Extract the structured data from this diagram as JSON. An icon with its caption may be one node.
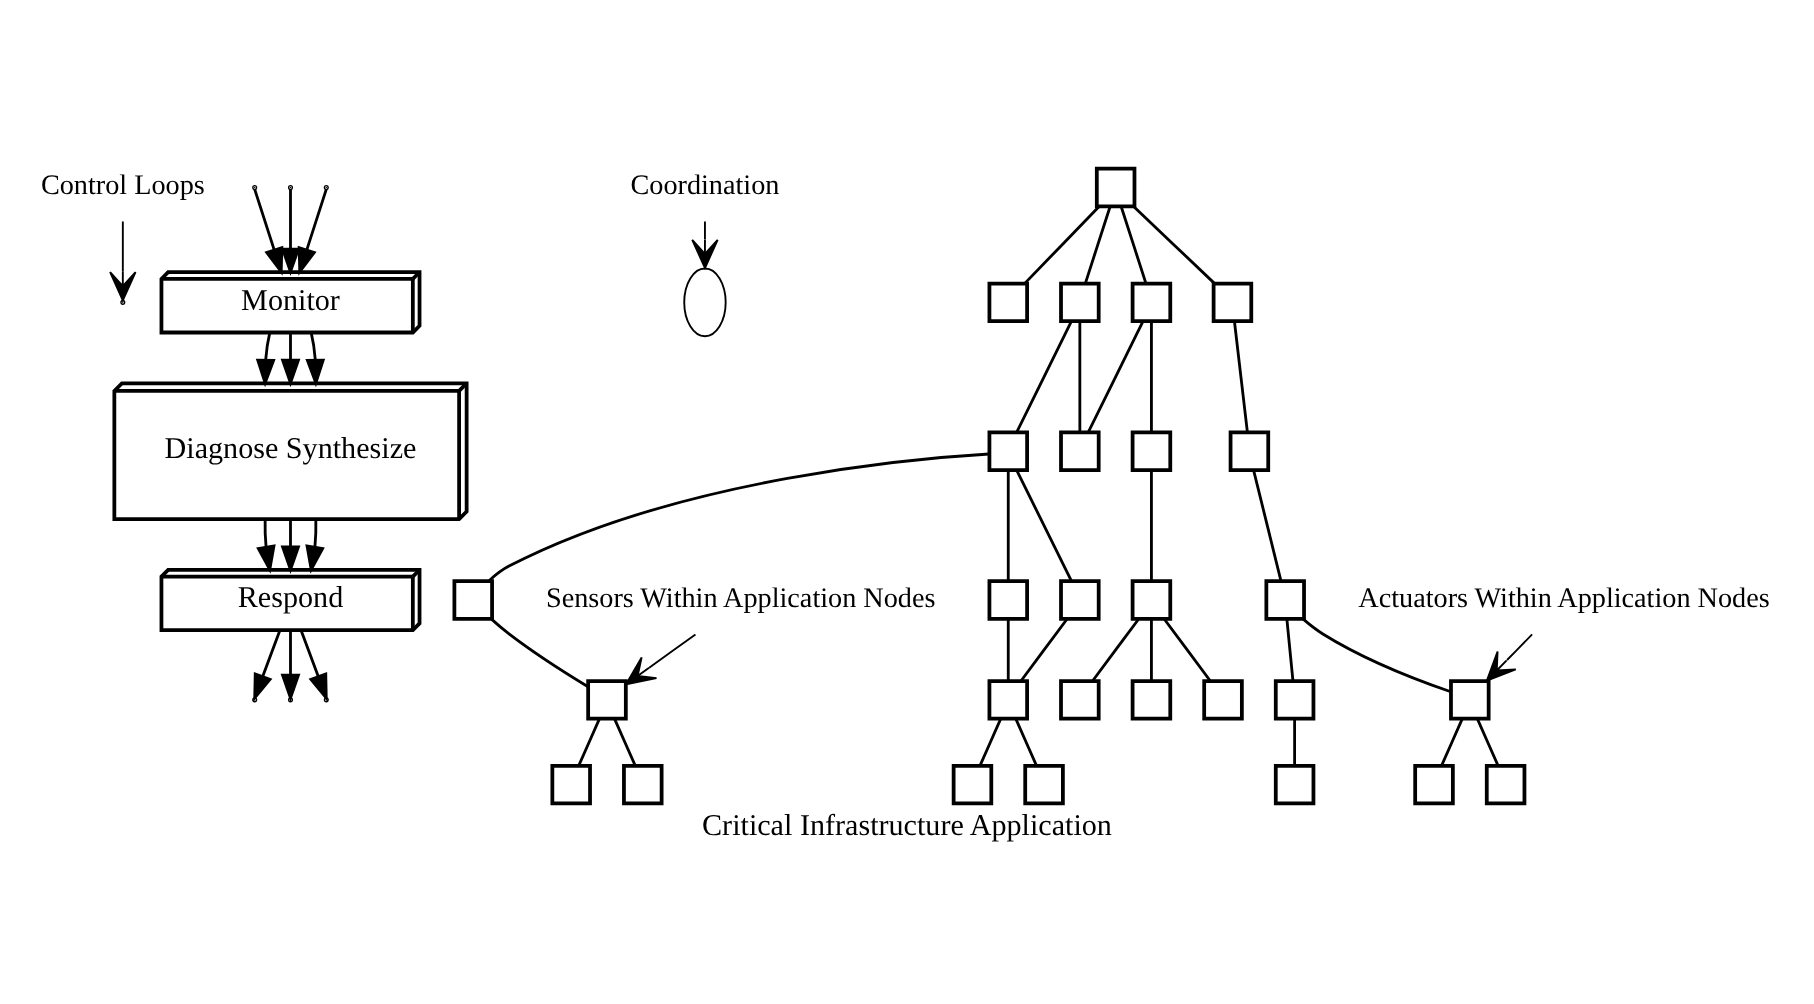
{
  "diagram": {
    "caption": "Critical Infrastructure Application",
    "nodes": [
      {
        "text": [
          "Control Loops"
        ]
      },
      {
        "text": [
          "Diagnose Synthesize"
        ]
      },
      {
        "text": [
          "Coordination"
        ]
      },
      {
        "text": [],
        "shape": "ellipse"
      },
      {
        "text": [
          "Monitor"
        ]
      },
      {
        "text": [
          "Respond"
        ]
      },
      {
        "text": [],
        "shape": "box"
      },
      {
        "text": [],
        "shape": "box"
      },
      {
        "text": [],
        "shape": "box"
      },
      {
        "text": [],
        "shape": "box"
      },
      {
        "text": [],
        "shape": "box"
      },
      {
        "text": [],
        "shape": "box"
      },
      {
        "text": [],
        "shape": "box"
      },
      {
        "text": [],
        "shape": "box"
      },
      {
        "text": [],
        "shape": "box"
      },
      {
        "text": [],
        "shape": "box"
      },
      {
        "text": [],
        "shape": "box"
      },
      {
        "text": [],
        "shape": "box"
      },
      {
        "text": [],
        "shape": "box"
      },
      {
        "text": [],
        "shape": "box"
      },
      {
        "text": [],
        "shape": "box"
      },
      {
        "text": [],
        "shape": "box"
      },
      {
        "text": [],
        "shape": "box"
      },
      {
        "text": [],
        "shape": "box"
      },
      {
        "text": [],
        "shape": "box"
      },
      {
        "text": [],
        "shape": "box"
      },
      {
        "text": [],
        "shape": "box"
      },
      {
        "text": [],
        "shape": "box"
      },
      {
        "text": [],
        "shape": "box"
      },
      {
        "text": [],
        "shape": "box"
      },
      {
        "text": [],
        "shape": "box"
      },
      {
        "text": [],
        "shape": "box"
      },
      {
        "text": [],
        "shape": "box"
      },
      {
        "text": [],
        "shape": "box"
      },
      {
        "text": [
          "Sensors Within Application Nodes"
        ]
      },
      {
        "text": [
          "Actuators Within Application Nodes"
        ]
      }
    ],
    "edges": [
      {
        "from": 0,
        "to": null,
        "arrow": "to"
      },
      {
        "from": 2,
        "to": 3,
        "arrow": "to"
      },
      {
        "from": 4,
        "to": 1,
        "arrow": "to"
      },
      {
        "from": 4,
        "to": 1,
        "arrow": "to"
      },
      {
        "from": 4,
        "to": 1,
        "arrow": "to"
      },
      {
        "from": 1,
        "to": 5,
        "arrow": "to"
      },
      {
        "from": 1,
        "to": 5,
        "arrow": "to"
      },
      {
        "from": 1,
        "to": 5,
        "arrow": "to"
      },
      {
        "from": 5,
        "to": null,
        "arrow": "to"
      },
      {
        "from": 5,
        "to": null,
        "arrow": "to"
      },
      {
        "from": 5,
        "to": null,
        "arrow": "to"
      },
      {
        "from": null,
        "to": 4,
        "arrow": "to"
      },
      {
        "from": null,
        "to": 4,
        "arrow": "to"
      },
      {
        "from": null,
        "to": 4,
        "arrow": "to"
      },
      {
        "from": 6,
        "to": 7,
        "arrow": "none"
      },
      {
        "from": 6,
        "to": 8,
        "arrow": "none"
      },
      {
        "from": 6,
        "to": 9,
        "arrow": "none"
      },
      {
        "from": 6,
        "to": 10,
        "arrow": "none"
      },
      {
        "from": 8,
        "to": 11,
        "arrow": "none"
      },
      {
        "from": 8,
        "to": 12,
        "arrow": "none"
      },
      {
        "from": 9,
        "to": 12,
        "arrow": "none"
      },
      {
        "from": 9,
        "to": 17,
        "arrow": "none"
      },
      {
        "from": 10,
        "to": 13,
        "arrow": "none"
      },
      {
        "from": 11,
        "to": 14,
        "arrow": "none"
      },
      {
        "from": 11,
        "to": 15,
        "arrow": "none"
      },
      {
        "from": 11,
        "to": 16,
        "arrow": "none"
      },
      {
        "from": 13,
        "to": 18,
        "arrow": "none"
      },
      {
        "from": 14,
        "to": 19,
        "arrow": "none"
      },
      {
        "from": 15,
        "to": 20,
        "arrow": "none"
      },
      {
        "from": 16,
        "to": 20,
        "arrow": "none"
      },
      {
        "from": 17,
        "to": 21,
        "arrow": "none"
      },
      {
        "from": 18,
        "to": 22,
        "arrow": "none"
      },
      {
        "from": 18,
        "to": 23,
        "arrow": "none"
      },
      {
        "from": 19,
        "to": 24,
        "arrow": "none"
      },
      {
        "from": 19,
        "to": 25,
        "arrow": "none"
      },
      {
        "from": 20,
        "to": 26,
        "arrow": "none"
      },
      {
        "from": 20,
        "to": 27,
        "arrow": "none"
      },
      {
        "from": 21,
        "to": 28,
        "arrow": "none"
      },
      {
        "from": 21,
        "to": 29,
        "arrow": "none"
      },
      {
        "from": 21,
        "to": 30,
        "arrow": "none"
      },
      {
        "from": 22,
        "to": 31,
        "arrow": "none"
      },
      {
        "from": 23,
        "to": 32,
        "arrow": "none"
      },
      {
        "from": 23,
        "to": 33,
        "arrow": "none"
      },
      {
        "from": 34,
        "to": 19,
        "arrow": "to"
      },
      {
        "from": 35,
        "to": 23,
        "arrow": "to"
      }
    ]
  }
}
